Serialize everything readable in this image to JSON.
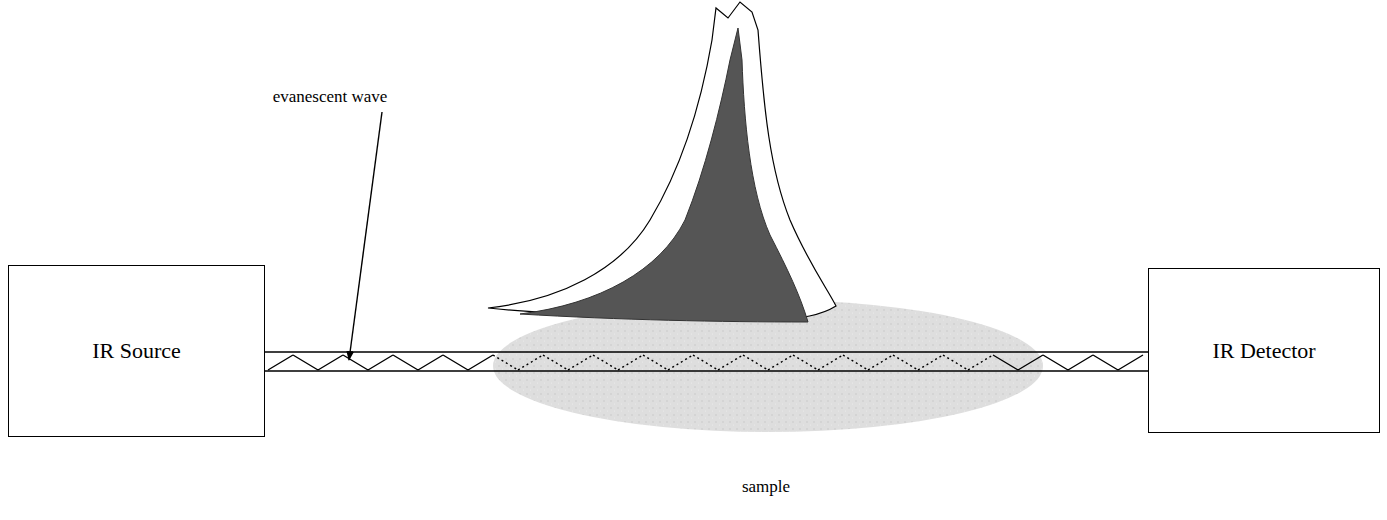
{
  "diagram": {
    "nodes": [
      {
        "text": [
          "IR Source"
        ]
      },
      {
        "text": [
          "IR Detector"
        ]
      }
    ],
    "edges": [
      {
        "from": 0,
        "to": 1,
        "arrow": "none"
      }
    ],
    "labels": [
      "evanescent wave",
      "sample"
    ]
  }
}
